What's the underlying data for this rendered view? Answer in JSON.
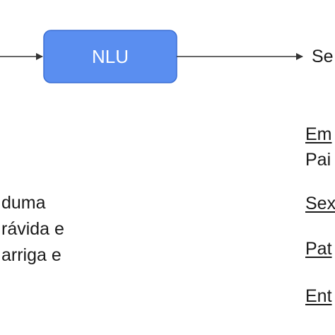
{
  "colors": {
    "box_fill": "#5a8ef0",
    "box_stroke": "#3b6fd4",
    "arrow": "#333333",
    "text": "#1a1a1a"
  },
  "nodes": {
    "nlu_label": "NLU",
    "output_label": "Se"
  },
  "left_text": [
    "duma",
    "rávida e",
    "arriga e"
  ],
  "right_items": [
    {
      "label": "Em",
      "underlined": true
    },
    {
      "label": "Pai",
      "underlined": false
    },
    {
      "label": "Sex",
      "underlined": true
    },
    {
      "label": "Pat",
      "underlined": true
    },
    {
      "label": "Ent",
      "underlined": true
    }
  ]
}
